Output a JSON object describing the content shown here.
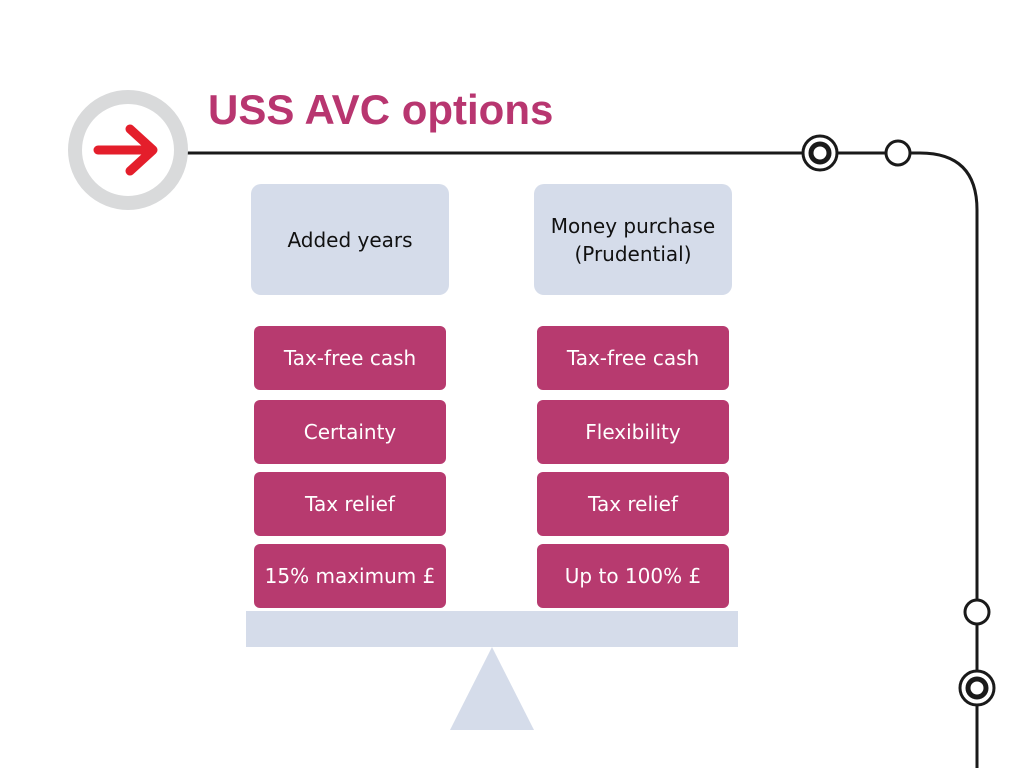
{
  "title": "USS AVC options",
  "colors": {
    "accent": "#b83670",
    "item_fill": "#b73a6f",
    "header_fill": "#d5dcea",
    "arrow": "#e41e2b",
    "ring": "#d9dadb",
    "line": "#1a1a1a"
  },
  "icons": {
    "badge": "right-arrow-icon"
  },
  "columns": [
    {
      "header": "Added years",
      "items": [
        "Tax-free cash",
        "Certainty",
        "Tax relief",
        "15% maximum £"
      ]
    },
    {
      "header": "Money purchase\n(Prudential)",
      "items": [
        "Tax-free cash",
        "Flexibility",
        "Tax relief",
        "Up to 100% £"
      ]
    }
  ]
}
